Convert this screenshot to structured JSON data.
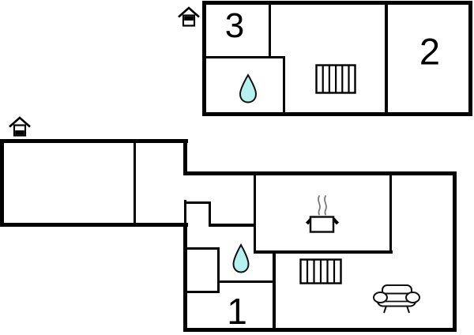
{
  "colors": {
    "background": "#ffffff",
    "wall": "#000000",
    "water_drop_fill": "#b5f1ee",
    "water_drop_stroke": "#111111"
  },
  "icons": {
    "storey_upper": "house-upper-floor-icon",
    "storey_ground": "house-ground-floor-icon",
    "water_drop": "water-drop-icon",
    "radiator": "radiator-icon",
    "stove": "stove-pot-icon",
    "sofa": "sofa-icon"
  },
  "floors": {
    "upper": {
      "room_labels": {
        "room3": "3",
        "room2": "2"
      }
    },
    "ground": {
      "room_labels": {
        "room1": "1"
      }
    }
  }
}
